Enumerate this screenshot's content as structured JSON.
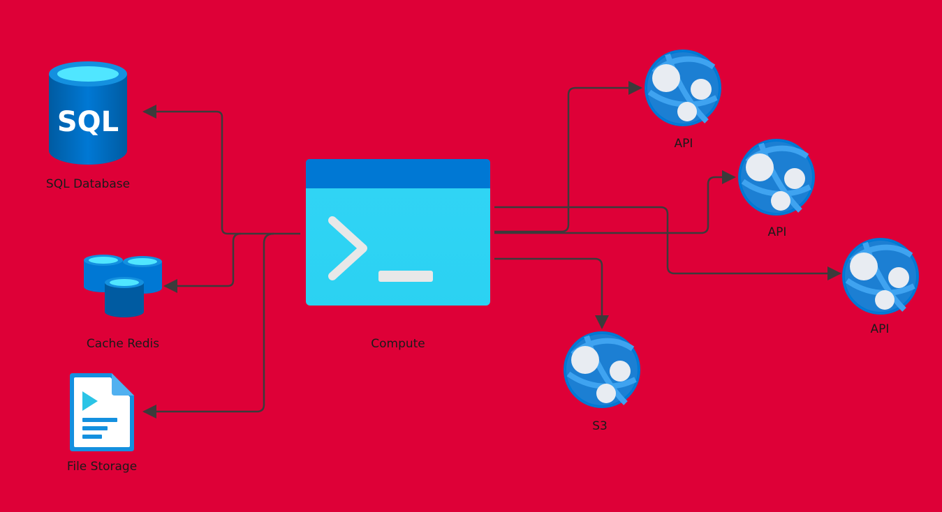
{
  "colors": {
    "background": "#DE0037",
    "connector": "#3B3B3B",
    "label": "#1a1a1a"
  },
  "nodes": {
    "compute": {
      "label": "Compute",
      "icon": "terminal-window-icon"
    },
    "sql": {
      "label": "SQL Database",
      "icon": "sql-database-icon",
      "icon_text": "SQL"
    },
    "redis": {
      "label": "Cache Redis",
      "icon": "redis-cache-icon"
    },
    "storage": {
      "label": "File Storage",
      "icon": "media-file-icon"
    },
    "api1": {
      "label": "API",
      "icon": "app-service-globe-icon"
    },
    "api2": {
      "label": "API",
      "icon": "app-service-globe-icon"
    },
    "api3": {
      "label": "API",
      "icon": "app-service-globe-icon"
    },
    "s3": {
      "label": "S3",
      "icon": "app-service-globe-icon"
    }
  }
}
